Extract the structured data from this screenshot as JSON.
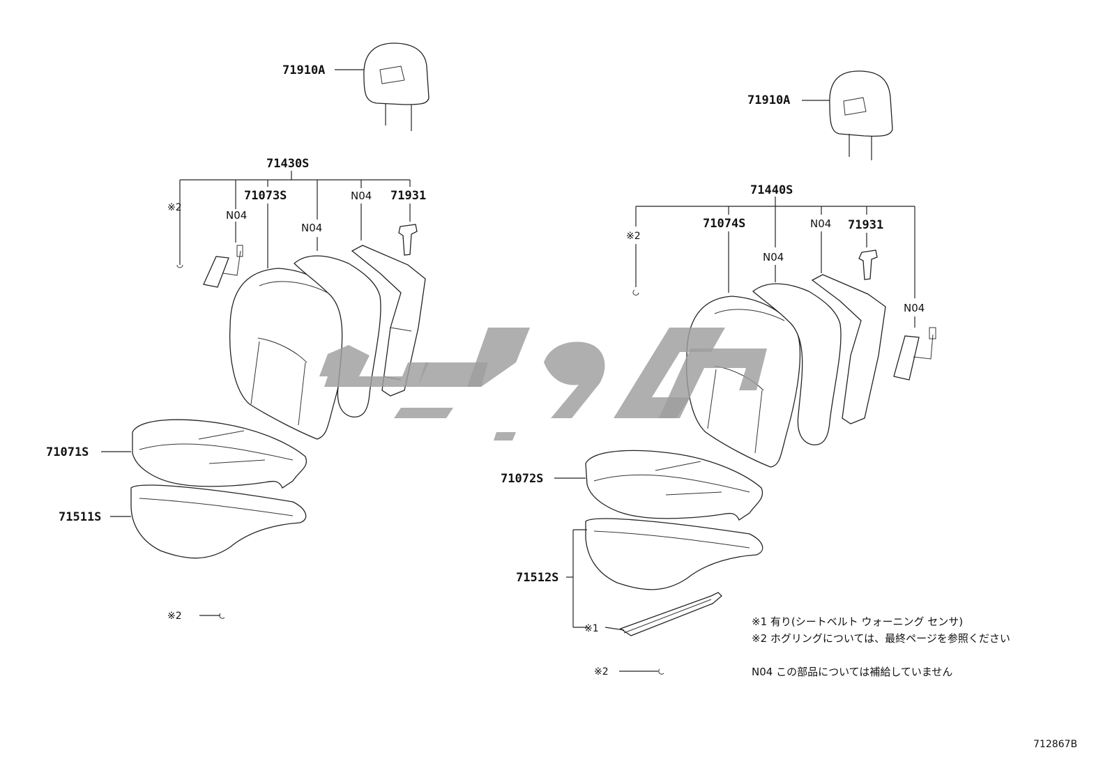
{
  "labels": {
    "left_headrest": "71910A",
    "left_back_assy": "71430S",
    "left_back_cover": "71073S",
    "left_n04_a": "N04",
    "left_n04_b": "N04",
    "left_n04_c": "N04",
    "left_support": "71931",
    "left_star2_top": "※2",
    "left_cushion_cover": "71071S",
    "left_cushion_pad": "71511S",
    "left_star2_bottom": "※2",
    "right_headrest": "71910A",
    "right_back_assy": "71440S",
    "right_back_cover": "71074S",
    "right_n04_a": "N04",
    "right_n04_b": "N04",
    "right_n04_c": "N04",
    "right_support": "71931",
    "right_star2_top": "※2",
    "right_cushion_cover": "71072S",
    "right_cushion_pad": "71512S",
    "right_star1": "※1",
    "right_star2_bottom": "※2"
  },
  "notes": [
    "※1  有り(シートベルト  ウォーニング  センサ)",
    "※2  ホグリングについては、最終ページを参照ください",
    "N04  この部品については補給していません"
  ],
  "figure_id": "712867B",
  "watermark_color": "#9e9e9e"
}
